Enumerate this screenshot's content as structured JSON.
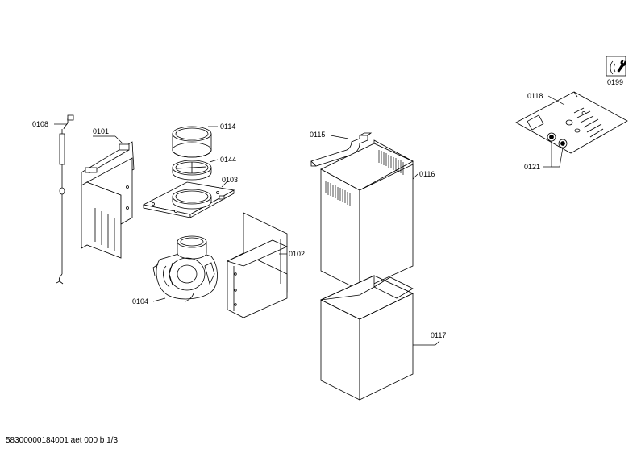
{
  "diagram": {
    "labels": {
      "p0108": "0108",
      "p0101": "0101",
      "p0114": "0114",
      "p0144": "0144",
      "p0103": "0103",
      "p0104": "0104",
      "p0102": "0102",
      "p0115": "0115",
      "p0116": "0116",
      "p0117": "0117",
      "p0118": "0118",
      "p0121": "0121",
      "p0199": "0199"
    },
    "icons": {
      "manual": "wrench-manual-icon"
    }
  },
  "footer": {
    "code": "58300000184001 aet 000 b 1/3"
  }
}
